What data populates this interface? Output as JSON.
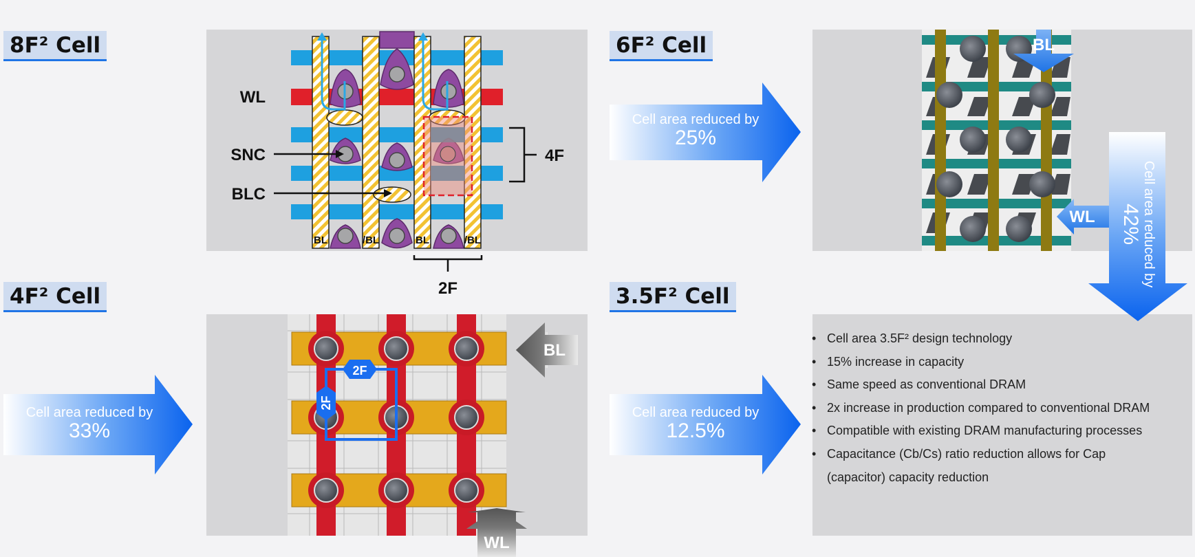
{
  "cells": {
    "c8": {
      "title": "8F² Cell",
      "labels": {
        "wl": "WL",
        "snc": "SNC",
        "blc": "BLC",
        "dim_4f": "4F",
        "dim_2f": "2F",
        "bl1": "BL",
        "nbl1": "/BL",
        "bl2": "BL",
        "nbl2": "/BL"
      }
    },
    "c6": {
      "title": "6F² Cell",
      "labels": {
        "bl": "BL",
        "wl": "WL"
      }
    },
    "c4": {
      "title": "4F² Cell",
      "labels": {
        "bl": "BL",
        "wl": "WL",
        "dim_h": "2F",
        "dim_v": "2F"
      }
    },
    "c35": {
      "title": "3.5F² Cell"
    }
  },
  "arrows": {
    "a25": {
      "line1": "Cell area reduced by",
      "line2": "25%"
    },
    "a42": {
      "line1": "Cell area reduced by",
      "line2": "42%"
    },
    "a33": {
      "line1": "Cell area reduced by",
      "line2": "33%"
    },
    "a125": {
      "line1": "Cell area reduced by",
      "line2": "12.5%"
    }
  },
  "features": [
    "Cell area 3.5F² design technology",
    "15% increase in capacity",
    "Same speed as conventional DRAM",
    "2x increase in production compared to conventional DRAM",
    "Compatible with existing DRAM manufacturing processes",
    "Capacitance (Cb/Cs) ratio reduction allows for Cap",
    "(capacitor) capacity reduction"
  ],
  "colors": {
    "accent": "#1f74e6",
    "title_bg": "#cfdcf0",
    "panel_bg": "#d6d6d8",
    "wl_red": "#e0202a",
    "bl_blue": "#1ea0e0",
    "cell_purple": "#8e4aa0"
  }
}
